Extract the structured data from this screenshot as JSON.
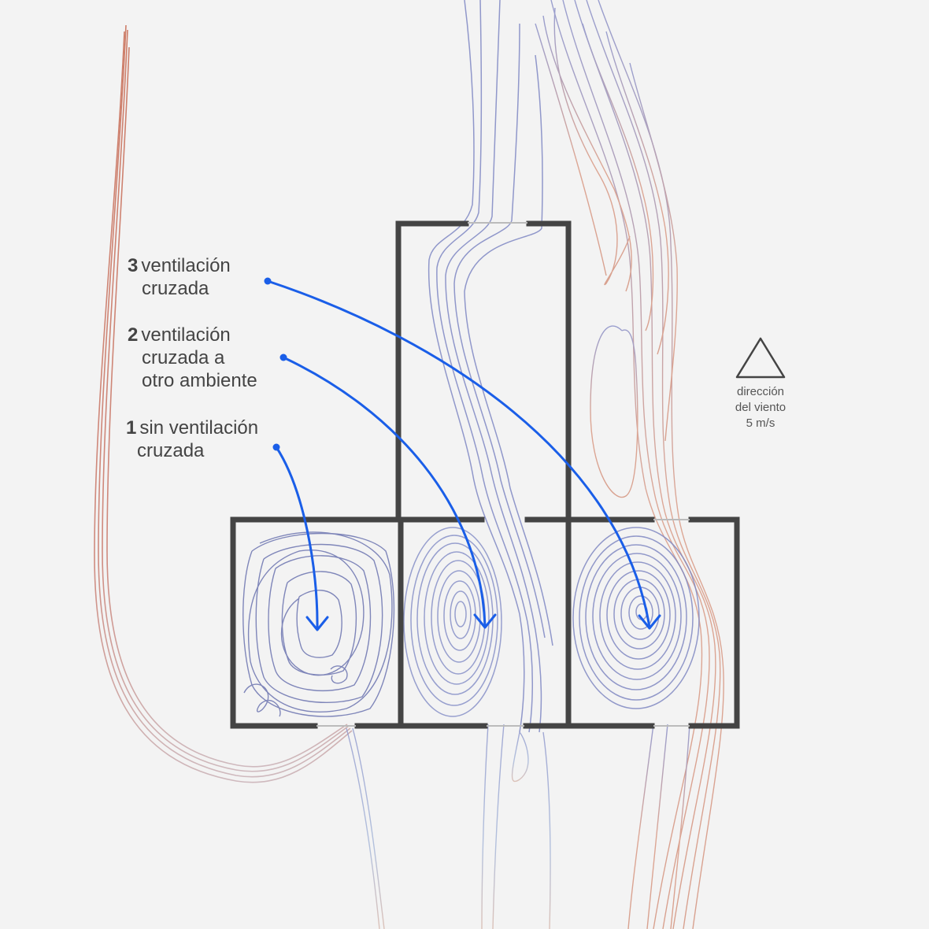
{
  "labels": [
    {
      "number": "3",
      "lines": [
        "ventilación",
        "cruzada"
      ]
    },
    {
      "number": "2",
      "lines": [
        "ventilación",
        "cruzada a",
        "otro ambiente"
      ]
    },
    {
      "number": "1",
      "lines": [
        "sin ventilación",
        "cruzada"
      ]
    }
  ],
  "wind": {
    "lines": [
      "dirección",
      "del viento",
      "5 m/s"
    ],
    "icon": "triangle-icon"
  },
  "colors": {
    "background": "#f3f3f3",
    "walls": "#444444",
    "pointer": "#1a5ee8",
    "streamline_slow": "#7f88c4",
    "streamline_fast": "#c8664f",
    "text": "#444444"
  }
}
